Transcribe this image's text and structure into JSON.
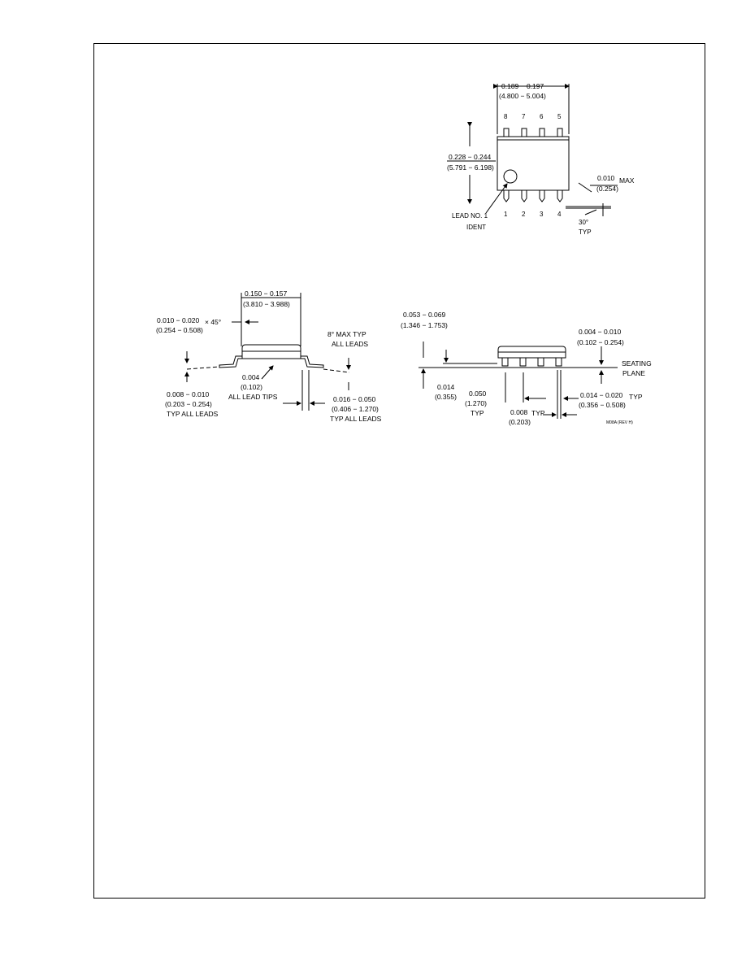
{
  "top_view": {
    "width_in": "0.189 − 0.197",
    "width_mm": "(4.800 − 5.004)",
    "height_in": "0.228 − 0.244",
    "height_mm": "(5.791 − 6.198)",
    "pins_top": [
      "8",
      "7",
      "6",
      "5"
    ],
    "pins_bottom": [
      "1",
      "2",
      "3",
      "4"
    ],
    "lead_ident_line1": "LEAD NO. 1",
    "lead_ident_line2": "IDENT",
    "tip_in": "0.010",
    "tip_max": "MAX",
    "tip_mm": "(0.254)",
    "angle": "30°",
    "angle_typ": "TYP"
  },
  "side_view": {
    "width_in": "0.150 − 0.157",
    "width_mm": "(3.810 − 3.988)",
    "chamfer_in": "0.010 − 0.020",
    "chamfer_mm": "(0.254 − 0.508)",
    "chamfer_suffix": "× 45°",
    "angle_line1": "8° MAX TYP",
    "angle_line2": "ALL LEADS",
    "coplanarity_in": "0.004",
    "coplanarity_mm": "(0.102)",
    "coplanarity_note": "ALL LEAD TIPS",
    "thickness_in": "0.008 − 0.010",
    "thickness_mm": "(0.203 − 0.254)",
    "thickness_note": "TYP ALL LEADS",
    "foot_in": "0.016 − 0.050",
    "foot_mm": "(0.406 − 1.270)",
    "foot_note": "TYP ALL LEADS"
  },
  "end_view": {
    "height_in": "0.053 − 0.069",
    "height_mm": "(1.346 − 1.753)",
    "standoff_in": "0.004 − 0.010",
    "standoff_mm": "(0.102 − 0.254)",
    "seating_line1": "SEATING",
    "seating_line2": "PLANE",
    "lead_h_in": "0.014",
    "lead_h_mm": "(0.355)",
    "pitch_in": "0.050",
    "pitch_mm": "(1.270)",
    "pitch_typ": "TYP",
    "gap_in": "0.008",
    "gap_typ": "TYP",
    "gap_mm": "(0.203)",
    "lead_w_in": "0.014 − 0.020",
    "lead_w_typ": "TYP",
    "lead_w_mm": "(0.356 − 0.508)",
    "drawing_id": "M08A (REV H)"
  }
}
